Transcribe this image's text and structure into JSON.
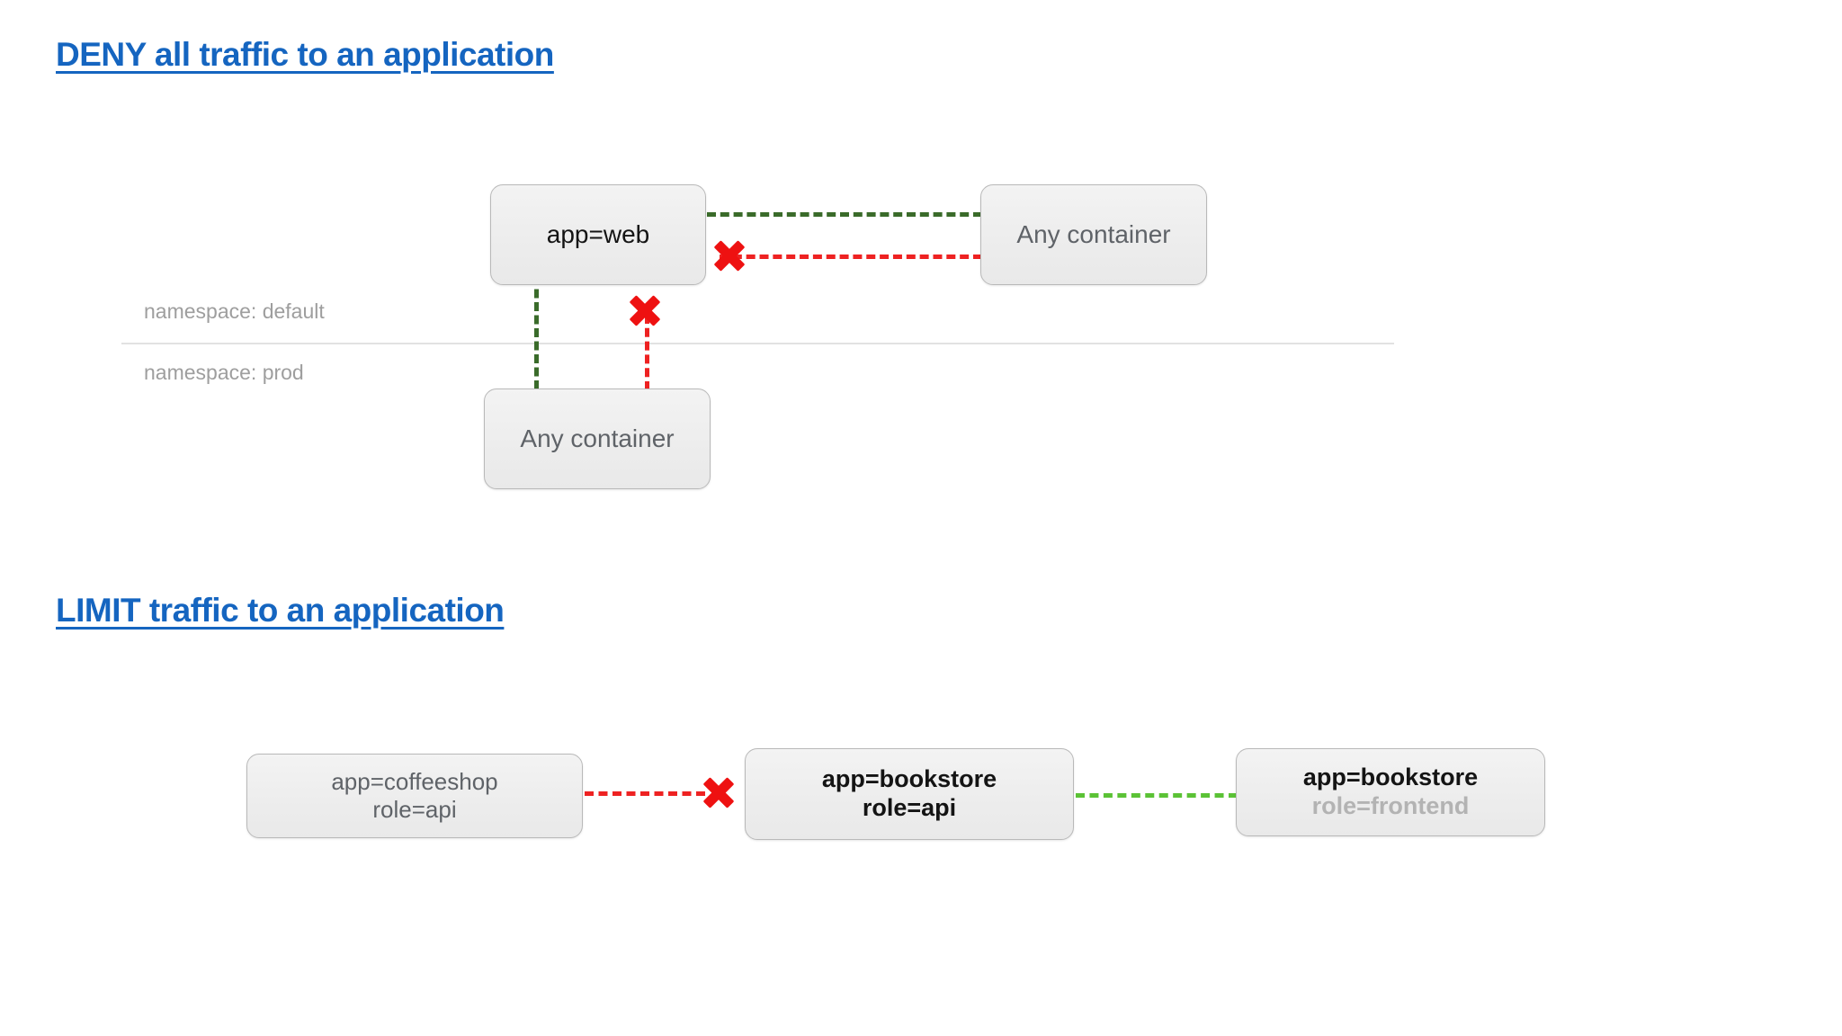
{
  "sections": [
    {
      "id": "deny",
      "title": "DENY all traffic to an application"
    },
    {
      "id": "limit",
      "title": "LIMIT traffic to an application"
    }
  ],
  "namespaces": {
    "default_label": "namespace: default",
    "prod_label": "namespace: prod"
  },
  "deny_diagram": {
    "nodes": {
      "app_web": {
        "line1": "app=web",
        "line2": ""
      },
      "any_container_default": {
        "line1": "Any container",
        "line2": ""
      },
      "any_container_prod": {
        "line1": "Any container",
        "line2": ""
      }
    },
    "edges": [
      {
        "name": "web-egress-to-any-container",
        "style": "dashed",
        "color": "#3a6b2a",
        "verdict": "allow"
      },
      {
        "name": "any-container-ingress-to-web",
        "style": "dashed",
        "color": "#ee2222",
        "verdict": "deny"
      },
      {
        "name": "web-egress-to-prod-container",
        "style": "dashed",
        "color": "#3a6b2a",
        "verdict": "allow"
      },
      {
        "name": "prod-container-ingress-to-web",
        "style": "dashed",
        "color": "#ee2222",
        "verdict": "deny"
      }
    ]
  },
  "limit_diagram": {
    "nodes": {
      "coffeeshop_api": {
        "line1": "app=coffeeshop",
        "line2": "role=api"
      },
      "bookstore_api": {
        "line1": "app=bookstore",
        "line2": "role=api"
      },
      "bookstore_frontend": {
        "line1": "app=bookstore",
        "line2": "role=frontend"
      }
    },
    "edges": [
      {
        "name": "coffeeshop-to-bookstore-api",
        "style": "dashed",
        "color": "#ee2222",
        "verdict": "deny"
      },
      {
        "name": "bookstore-frontend-to-bookstore-api",
        "style": "dashed",
        "color": "#5bc236",
        "verdict": "allow"
      }
    ]
  },
  "icons": {
    "deny_marker": "red-x-icon"
  },
  "colors": {
    "heading_link": "#1565C0",
    "allow_dark_green": "#3a6b2a",
    "allow_light_green": "#5bc236",
    "deny_red": "#ee2222",
    "node_fill": "#ededed",
    "node_border": "#b9b9b9",
    "muted_text": "#9e9e9e"
  }
}
